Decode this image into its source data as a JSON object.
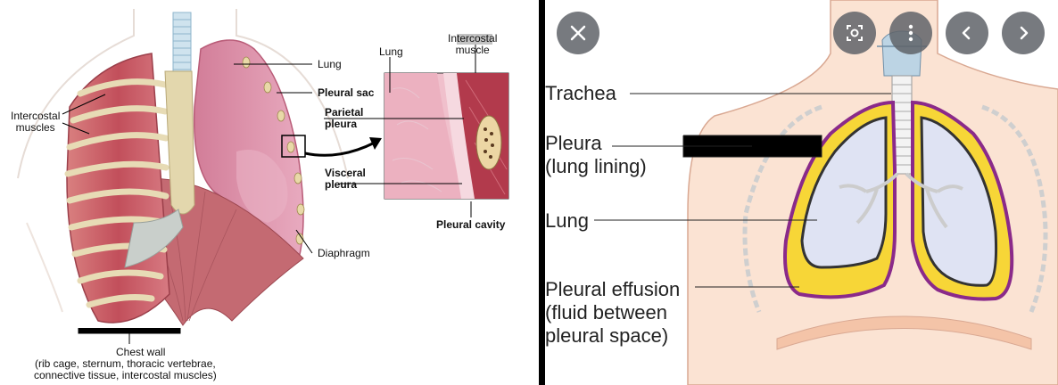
{
  "left_diagram": {
    "labels": {
      "lung": "Lung",
      "pleural_sac": "Pleural sac",
      "intercostal_muscles": "Intercostal\nmuscles",
      "parietal_pleura": "Parietal\npleura",
      "visceral_pleura": "Visceral\npleura",
      "diaphragm": "Diaphragm",
      "chest_wall_title": "Chest wall",
      "chest_wall_detail": "(rib cage, sternum, thoracic vertebrae,\nconnective tissue, intercostal muscles)"
    },
    "inset": {
      "lung": "Lung",
      "intercostal_muscle": "Intercostal\nmuscle",
      "pleural_cavity": "Pleural cavity"
    }
  },
  "right_diagram": {
    "labels": {
      "trachea": "Trachea",
      "pleura": "Pleura\n(lung lining)",
      "lung": "Lung",
      "pleural_effusion": "Pleural effusion\n(fluid between\npleural space)"
    }
  },
  "viewer_controls": {
    "close": "close-icon",
    "lens": "lens-icon",
    "more": "more-vert-icon",
    "previous": "chevron-left-icon",
    "next": "chevron-right-icon"
  },
  "colors": {
    "rib": "#d9c9a0",
    "muscle": "#c85a63",
    "lung": "#e3a0b4",
    "pleura_yellow": "#f7d637",
    "pleura_purple": "#8a2a8a",
    "lung_blue": "#dfe3f3",
    "skin": "#fbe3d3"
  }
}
